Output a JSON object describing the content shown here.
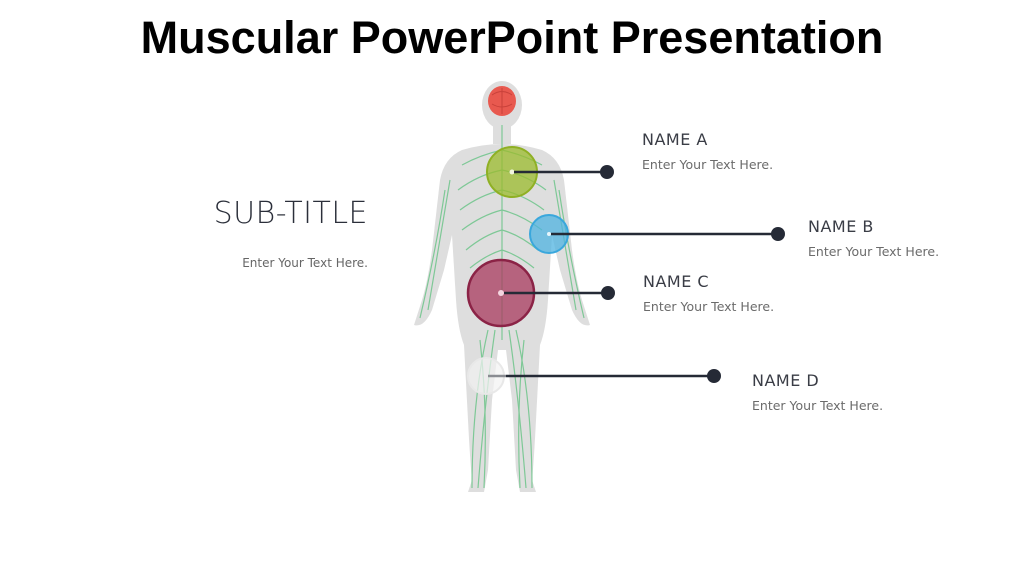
{
  "slide": {
    "title": "Muscular PowerPoint Presentation",
    "subtitle": "SUB-TITLE",
    "subtitle_text": "Enter Your Text Here."
  },
  "callouts": [
    {
      "name": "NAME A",
      "text": "Enter Your Text Here.",
      "color": "#9bbb2c"
    },
    {
      "name": "NAME B",
      "text": "Enter Your Text Here.",
      "color": "#4fb3e0"
    },
    {
      "name": "NAME C",
      "text": "Enter Your Text Here.",
      "color": "#8b2346"
    },
    {
      "name": "NAME D",
      "text": "Enter Your Text Here.",
      "color": "#e8e8e8"
    }
  ],
  "colors": {
    "connector": "#252a36",
    "body_silhouette": "#dcdcdc",
    "nerves": "#6cc28a",
    "brain": "#e8594f"
  }
}
